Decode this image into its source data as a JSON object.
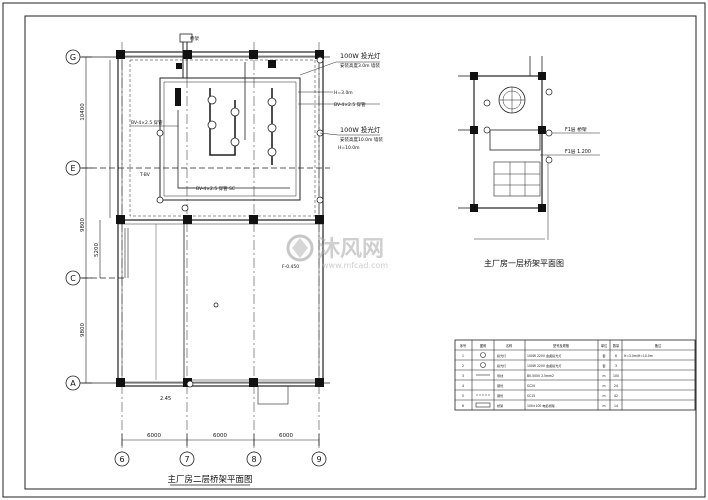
{
  "drawing": {
    "plan_main": {
      "title": "主厂房二层桥架平面图",
      "grid_rows": [
        "G",
        "E",
        "C",
        "A"
      ],
      "grid_cols": [
        "6",
        "7",
        "8",
        "9"
      ],
      "dims_vertical": [
        "10400",
        "9800",
        "5200",
        "9800"
      ],
      "dims_horizontal": [
        "6000",
        "6000",
        "6000"
      ],
      "callouts": {
        "top_tag": "桥架",
        "lamp_upper": "100W 投光灯",
        "lamp_upper_sub": "安装高度3.0m 墙装",
        "lamp_upper_h": "H=3.0m",
        "lamp_lower": "100W 投光灯",
        "lamp_lower_sub": "安装高度10.0m 墙装",
        "lamp_lower_h": "H=10.0m",
        "tray_label_1": "BV-4×2.5 穿管",
        "tray_label_2": "BV-4×2.5 穿管",
        "tray_label_3": "BV-4×2.5 穿管 SC",
        "pipe_label": "T-BV",
        "note_lower": "F-0.450",
        "bottom_dim": "2.45"
      }
    },
    "plan_side": {
      "title": "主厂房一层桥架平面图",
      "callout_1": "F1层 桥架",
      "callout_2": "F1层 1.200"
    },
    "legend_table": {
      "headers": [
        "序号",
        "图例",
        "名称",
        "型号及规格",
        "单位",
        "数量",
        "备注"
      ],
      "rows": [
        [
          "1",
          "",
          "投光灯",
          "100W 220V 金卤投光灯",
          "套",
          "6",
          "H=3.0m/H=10.0m"
        ],
        [
          "2",
          "",
          "投光灯",
          "100W 220V 金卤投光灯",
          "套",
          "3",
          ""
        ],
        [
          "3",
          "",
          "导线",
          "BV-500V 2.5mm2",
          "m",
          "100",
          ""
        ],
        [
          "4",
          "",
          "钢管",
          "SC20",
          "m",
          "24",
          ""
        ],
        [
          "5",
          "",
          "钢管",
          "SC15",
          "m",
          "42",
          ""
        ],
        [
          "6",
          "",
          "桥架",
          "100×100 电缆桥架",
          "m",
          "14",
          ""
        ]
      ]
    },
    "watermark": {
      "brand": "沐风网",
      "url": "www.mfcad.com"
    }
  }
}
